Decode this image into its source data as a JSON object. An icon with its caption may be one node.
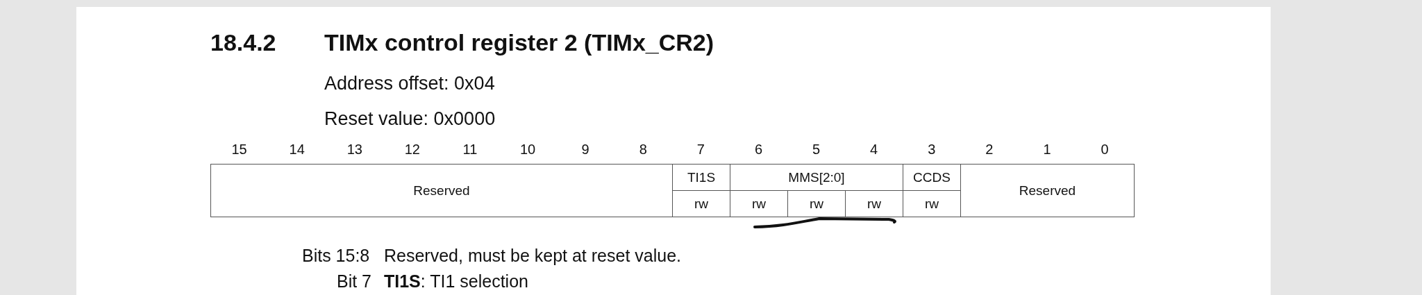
{
  "diagram": {
    "labels": [
      "18.4.2",
      "TIMx control register 2 (TIMx_CR2)",
      "Address offset: 0x04",
      "Reset value: 0x0000",
      "15",
      "14",
      "13",
      "12",
      "11",
      "10",
      "9",
      "8",
      "7",
      "6",
      "5",
      "4",
      "3",
      "2",
      "1",
      "0",
      "Reserved",
      "TI1S",
      "MMS[2:0]",
      "CCDS",
      "Reserved",
      "rw",
      "rw",
      "rw",
      "rw",
      "rw",
      "Bits 15:8",
      "Reserved, must be kept at reset value.",
      "Bit 7",
      "**TI1S**: TI1 selection"
    ]
  }
}
